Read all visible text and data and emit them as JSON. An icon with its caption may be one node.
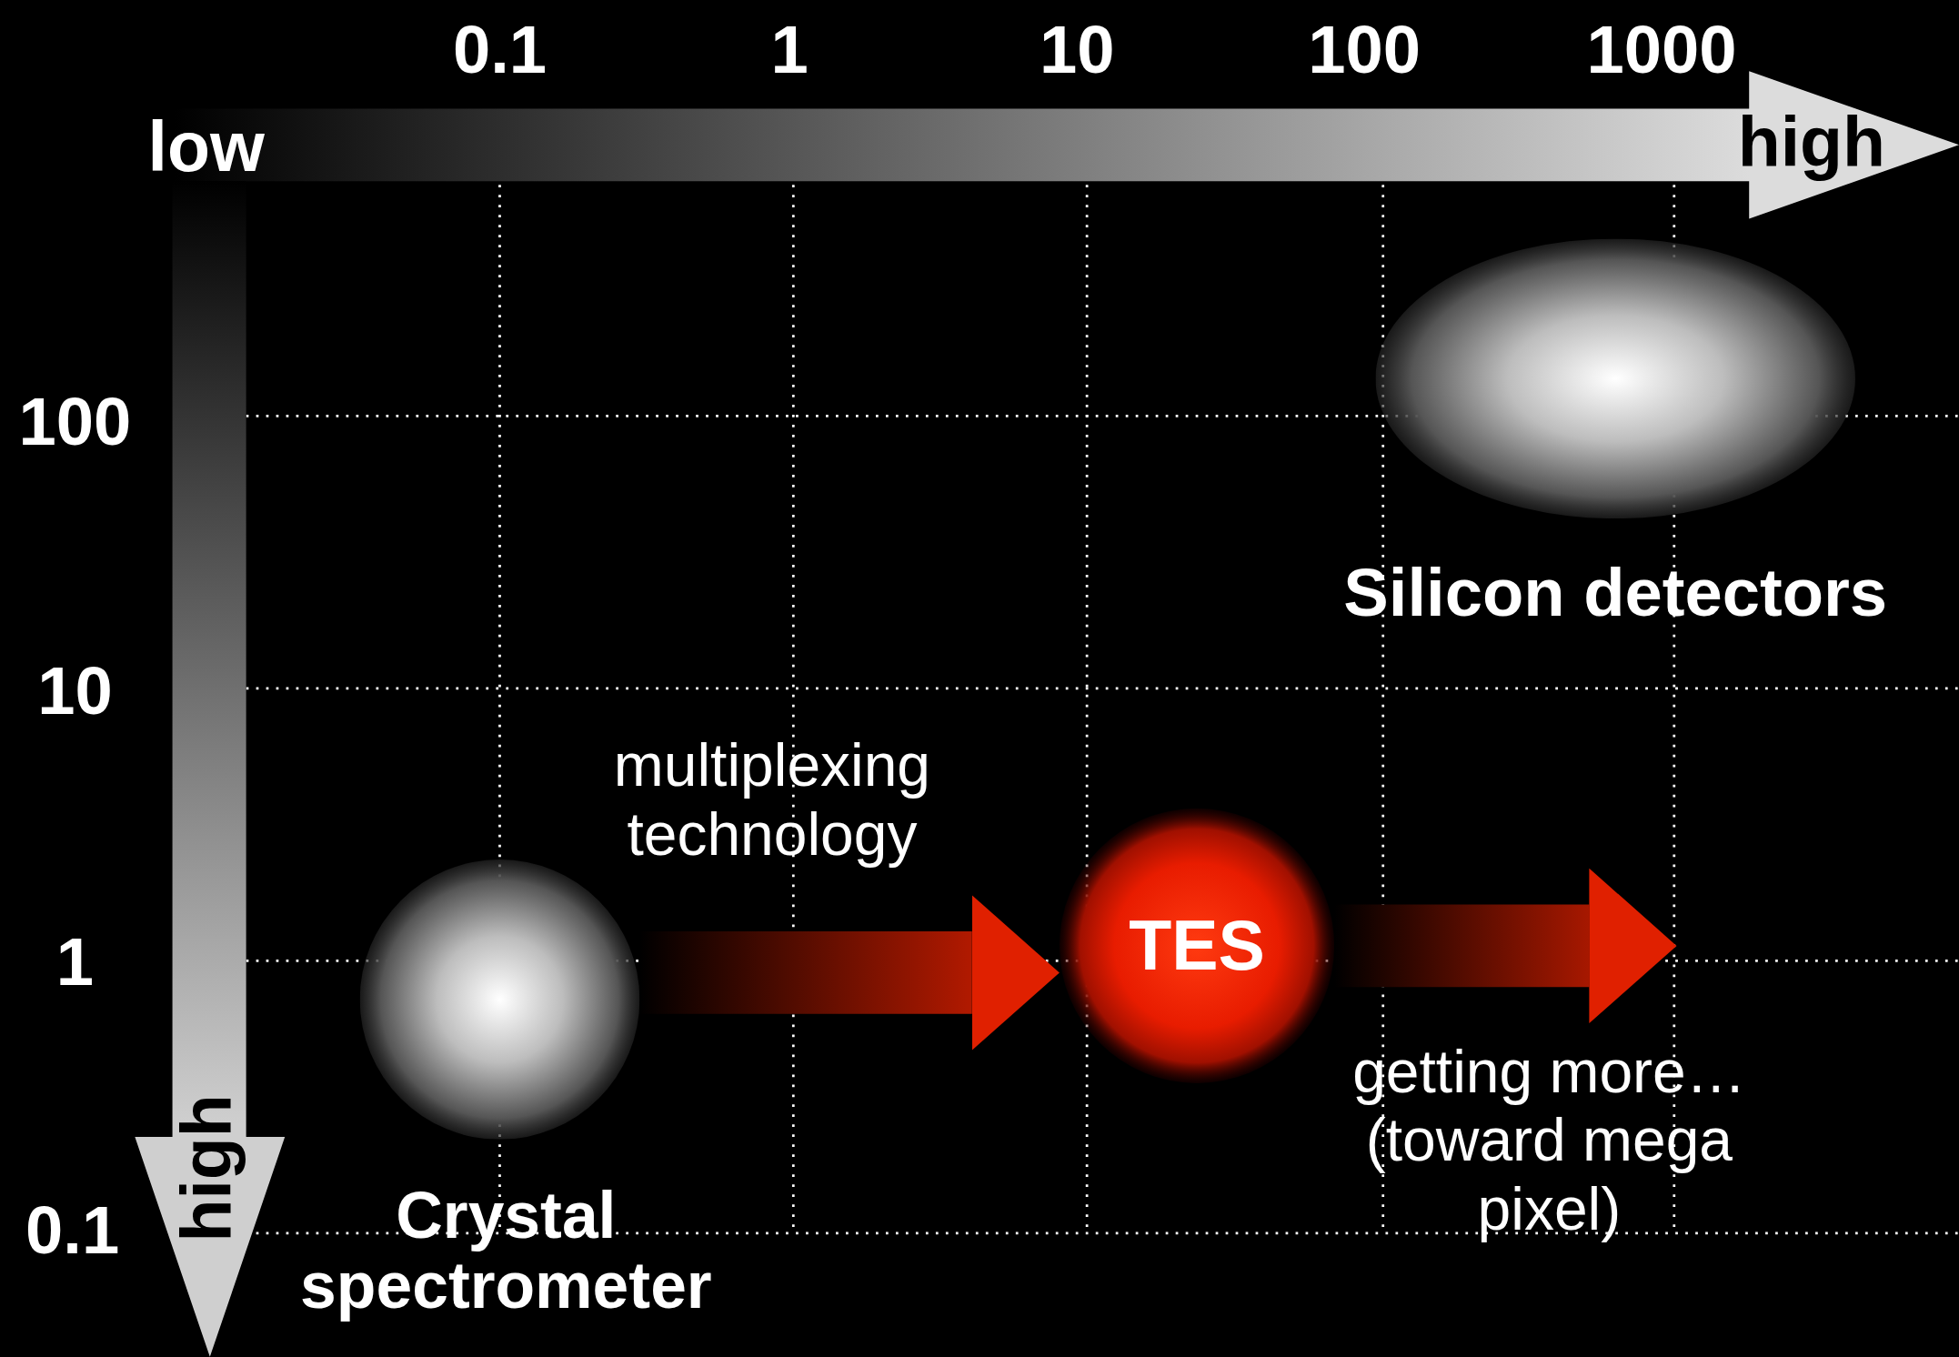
{
  "diagram": {
    "nodes": [
      {
        "text": [
          "Crystal spectrometer"
        ]
      },
      {
        "text": [
          "TES"
        ]
      },
      {
        "text": [
          "Silicon detectors"
        ]
      }
    ],
    "edges": [
      {
        "from": 0,
        "to": 1,
        "arrow": "to",
        "label": "multiplexing technology"
      },
      {
        "from": 1,
        "to": null,
        "arrow": "to",
        "label": "getting more… (toward mega pixel)"
      }
    ],
    "labels": [
      "0.1",
      "1",
      "10",
      "100",
      "1000",
      "low",
      "high",
      "100",
      "10",
      "1",
      "0.1",
      "high"
    ]
  }
}
